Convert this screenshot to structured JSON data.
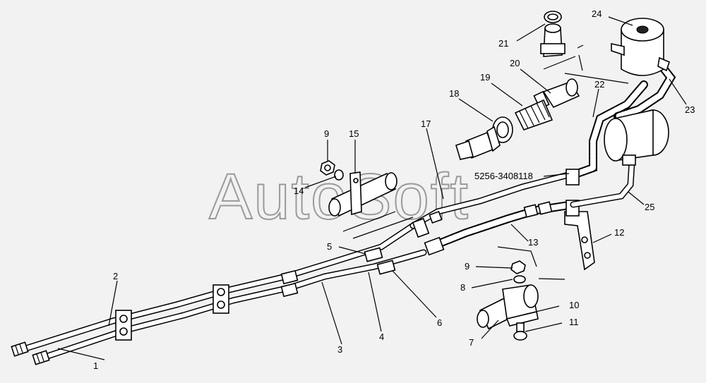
{
  "watermark": "AutoSoft",
  "part_code": "5256-3408118",
  "labels": {
    "l1": "1",
    "l2": "2",
    "l3": "3",
    "l4": "4",
    "l5": "5",
    "l6": "6",
    "l7": "7",
    "l8": "8",
    "l9a": "9",
    "l9b": "9",
    "l10": "10",
    "l11": "11",
    "l12": "12",
    "l13": "13",
    "l14": "14",
    "l15": "15",
    "l17": "17",
    "l18": "18",
    "l19": "19",
    "l20": "20",
    "l21": "21",
    "l22": "22",
    "l23": "23",
    "l24": "24",
    "l25": "25"
  }
}
